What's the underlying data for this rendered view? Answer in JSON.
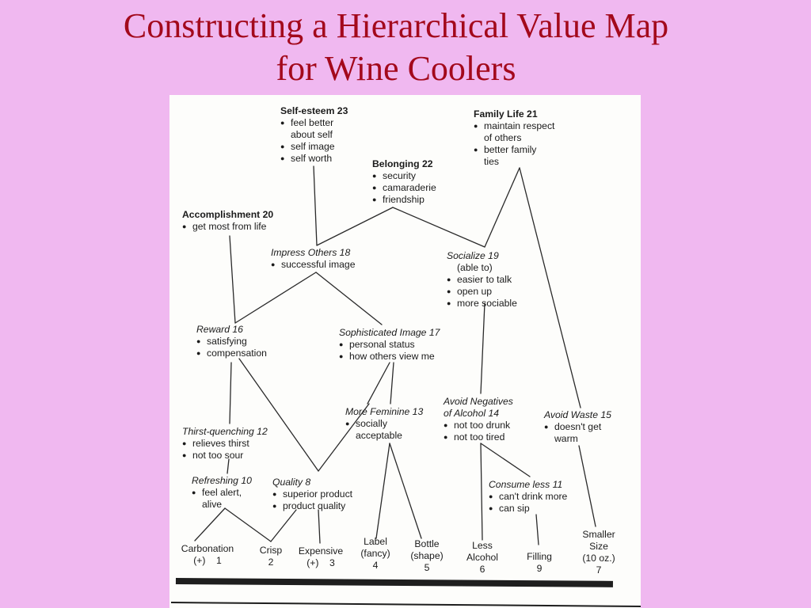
{
  "title": {
    "line1": "Constructing a Hierarchical Value Map",
    "line2": "for Wine Coolers"
  },
  "nodes": {
    "self_esteem": {
      "label": "Self-esteem 23",
      "items": [
        "feel better",
        "about self",
        "self image",
        "self worth"
      ]
    },
    "family_life": {
      "label": "Family Life 21",
      "items": [
        "maintain respect",
        "of others",
        "better family",
        "ties"
      ]
    },
    "belonging": {
      "label": "Belonging 22",
      "items": [
        "security",
        "camaraderie",
        "friendship"
      ]
    },
    "accomplishment": {
      "label": "Accomplishment 20",
      "items": [
        "get most from life"
      ]
    },
    "impress_others": {
      "label": "Impress Others 18",
      "items": [
        "successful image"
      ]
    },
    "socialize": {
      "label": "Socialize 19",
      "sub": "(able to)",
      "items": [
        "easier to talk",
        "open up",
        "more sociable"
      ]
    },
    "reward": {
      "label": "Reward 16",
      "items": [
        "satisfying",
        "compensation"
      ]
    },
    "sophisticated": {
      "label": "Sophisticated Image 17",
      "items": [
        "personal status",
        "how others view me"
      ]
    },
    "more_feminine": {
      "label": "More Feminine 13",
      "items": [
        "socially",
        "acceptable"
      ]
    },
    "avoid_negatives": {
      "label1": "Avoid Negatives",
      "label2": "of Alcohol 14",
      "items": [
        "not too drunk",
        "not too tired"
      ]
    },
    "avoid_waste": {
      "label": "Avoid Waste 15",
      "items": [
        "doesn't get",
        "warm"
      ]
    },
    "thirst": {
      "label": "Thirst-quenching 12",
      "items": [
        "relieves thirst",
        "not too sour"
      ]
    },
    "refreshing": {
      "label": "Refreshing 10",
      "items": [
        "feel alert,",
        "alive"
      ]
    },
    "quality": {
      "label": "Quality 8",
      "items": [
        "superior product",
        "product quality"
      ]
    },
    "consume_less": {
      "label": "Consume less 11",
      "items": [
        "can't drink more",
        "can sip"
      ]
    }
  },
  "attributes": [
    {
      "l1": "Carbonation",
      "l2": "(+)    1"
    },
    {
      "l1": "Crisp",
      "l2": "2"
    },
    {
      "l1": "Expensive",
      "l2": "(+)    3"
    },
    {
      "l1": "Label",
      "l2": "(fancy)",
      "l3": "4"
    },
    {
      "l1": "Bottle",
      "l2": "(shape)",
      "l3": "5"
    },
    {
      "l1": "Less",
      "l2": "Alcohol",
      "l3": "6"
    },
    {
      "l1": "Filling",
      "l2": "9"
    },
    {
      "l1": "Smaller",
      "l2": "Size",
      "l3": "(10 oz.)",
      "l4": "7"
    }
  ]
}
